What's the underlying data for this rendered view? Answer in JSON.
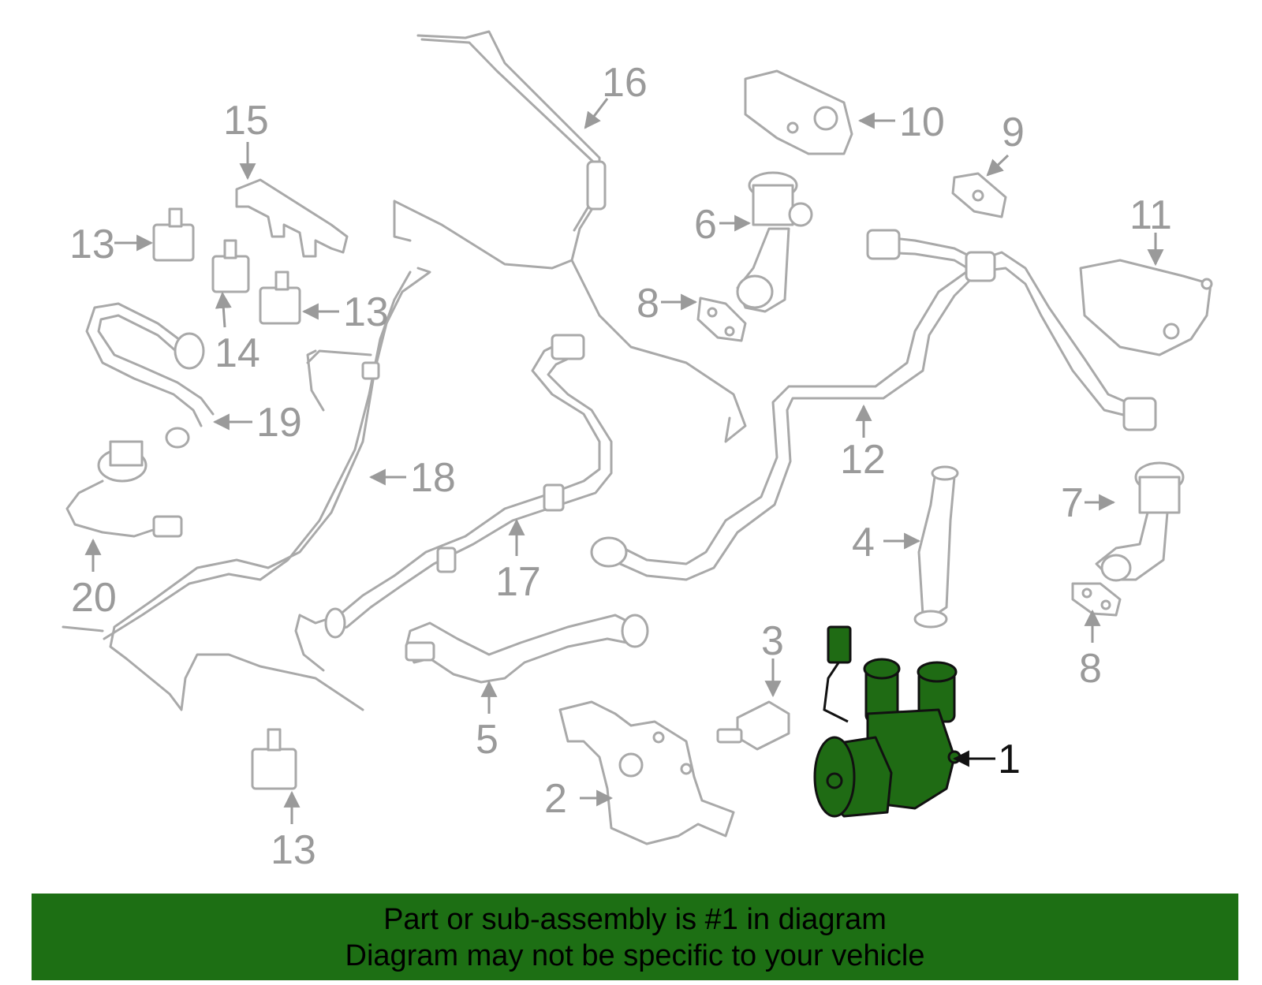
{
  "diagram": {
    "highlight_part": "1",
    "colors": {
      "highlight": "#1f6b14",
      "banner": "#1d6f14",
      "line": "#9a9a9a"
    },
    "labels": {
      "l1": "1",
      "l2": "2",
      "l3": "3",
      "l4": "4",
      "l5": "5",
      "l6": "6",
      "l7": "7",
      "l8a": "8",
      "l8b": "8",
      "l9": "9",
      "l10": "10",
      "l11": "11",
      "l12": "12",
      "l13a": "13",
      "l13b": "13",
      "l13c": "13",
      "l14": "14",
      "l15": "15",
      "l16": "16",
      "l17": "17",
      "l18": "18",
      "l19": "19",
      "l20": "20"
    }
  },
  "banner": {
    "line1": "Part or sub-assembly is #1 in diagram",
    "line2": "Diagram may not be specific to your vehicle"
  }
}
